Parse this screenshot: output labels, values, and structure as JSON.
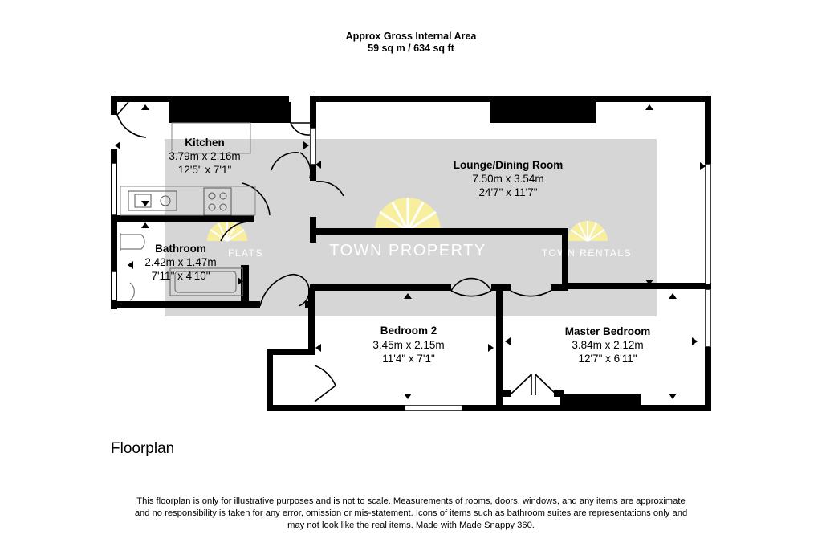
{
  "header": {
    "line1": "Approx Gross Internal Area",
    "line2": "59 sq m / 634 sq ft"
  },
  "watermark": {
    "center": "TOWN PROPERTY",
    "left": "FLATS",
    "right": "TOWN RENTALS"
  },
  "rooms": {
    "kitchen": {
      "name": "Kitchen",
      "metric": "3.79m x 2.16m",
      "imperial": "12'5\" x 7'1\""
    },
    "lounge": {
      "name": "Lounge/Dining Room",
      "metric": "7.50m x 3.54m",
      "imperial": "24'7\" x 11'7\""
    },
    "bathroom": {
      "name": "Bathroom",
      "metric": "2.42m x 1.47m",
      "imperial": "7'11\" x 4'10\""
    },
    "bedroom2": {
      "name": "Bedroom 2",
      "metric": "3.45m x 2.15m",
      "imperial": "11'4\" x 7'1\""
    },
    "master": {
      "name": "Master Bedroom",
      "metric": "3.84m x 2.12m",
      "imperial": "12'7\" x 6'11\""
    }
  },
  "caption": "Floorplan",
  "disclaimer": {
    "line1": "This floorplan is only for illustrative purposes and is not to scale. Measurements of rooms, doors, windows, and any items are approximate",
    "line2": "and no responsibility is taken for any error, omission or mis-statement. Icons of items such as bathroom suites are representations only and",
    "line3": "may not look like the real items. Made with Made Snappy 360."
  },
  "colors": {
    "wall": "#000000",
    "watermark_band": "#d6d6d6",
    "logo_sun": "#f7ee9e"
  }
}
